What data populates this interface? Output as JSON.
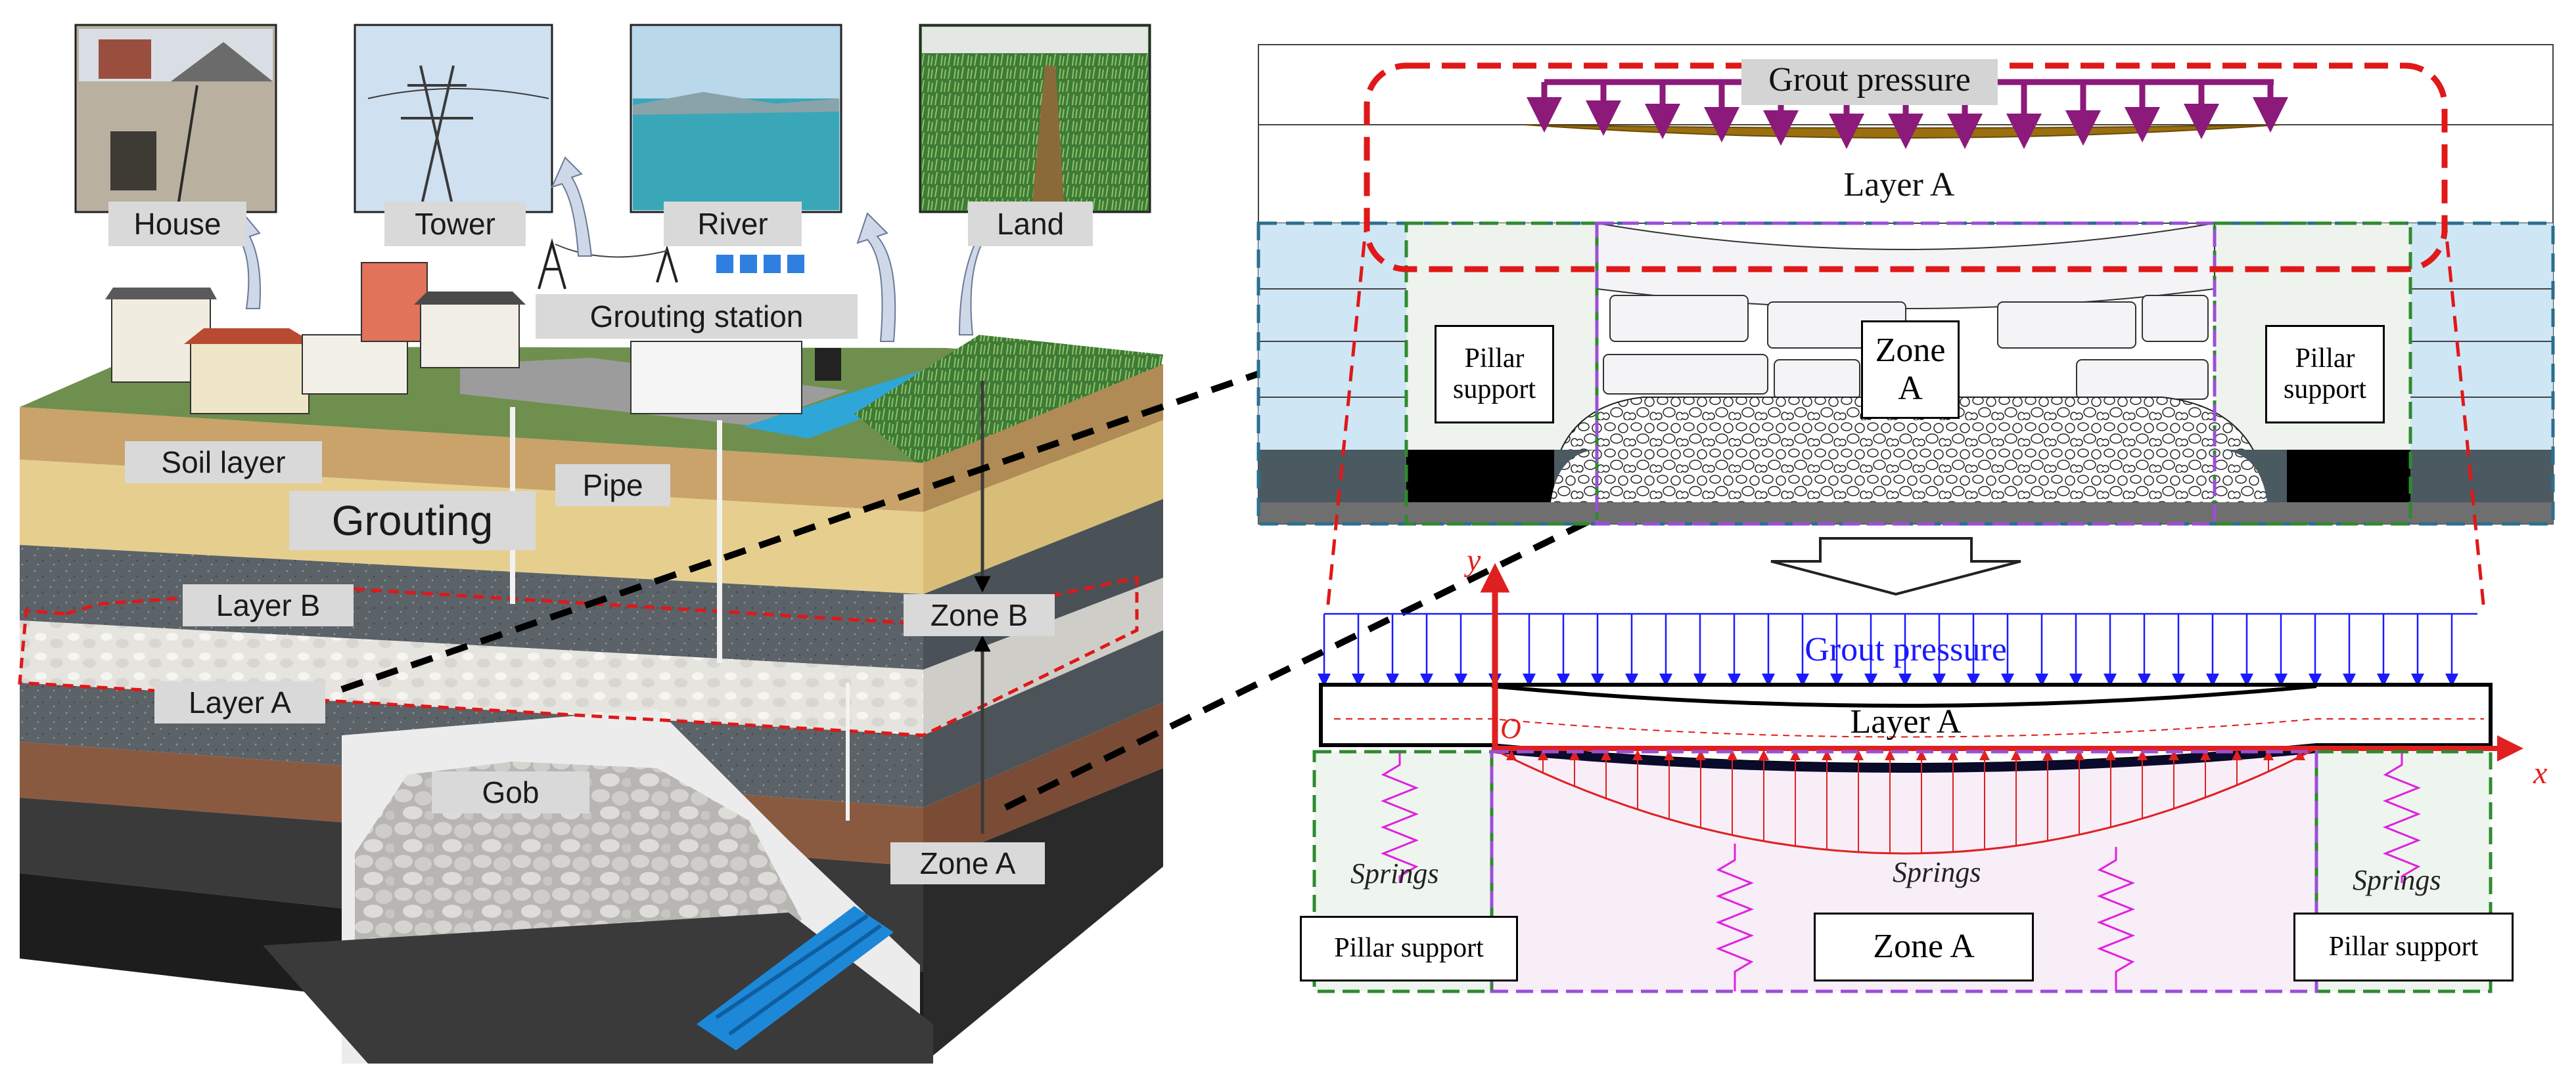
{
  "left_panel": {
    "photos": {
      "house": "House",
      "tower": "Tower",
      "river": "River",
      "land": "Land"
    },
    "labels": {
      "grouting_station": "Grouting station",
      "soil_layer": "Soil layer",
      "pipe": "Pipe",
      "grouting": "Grouting",
      "layer_b": "Layer B",
      "layer_a": "Layer A",
      "zone_b": "Zone B",
      "gob": "Gob",
      "zone_a": "Zone A"
    }
  },
  "top_right": {
    "grout_pressure": "Grout  pressure",
    "layer_a": "Layer A",
    "zone_a": "Zone\nA",
    "pillar_left": "Pillar\nsupport",
    "pillar_right": "Pillar\nsupport"
  },
  "bottom_right": {
    "grout_pressure": "Grout pressure",
    "layer_a": "Layer A",
    "y_axis": "y",
    "x_axis": "x",
    "origin": "O",
    "springs_left": "Springs",
    "springs_middle": "Springs",
    "springs_right": "Springs",
    "pillar_left": "Pillar support",
    "zone_a": "Zone A",
    "pillar_right": "Pillar support"
  },
  "colors": {
    "red_dashed": "#e01818",
    "purple_arrow": "#8b1a7a",
    "blue_arrow": "#1a1aff",
    "red_arrow": "#e02020",
    "green_dashed": "#2e8b2e",
    "purple_dashed": "#9b4fd6",
    "teal_dashed": "#2a6f8f",
    "spring": "#e020e0"
  },
  "icons": [
    "house-photo",
    "tower-photo",
    "river-photo",
    "land-photo",
    "callout-arrow-icon",
    "hollow-down-arrow-icon"
  ]
}
